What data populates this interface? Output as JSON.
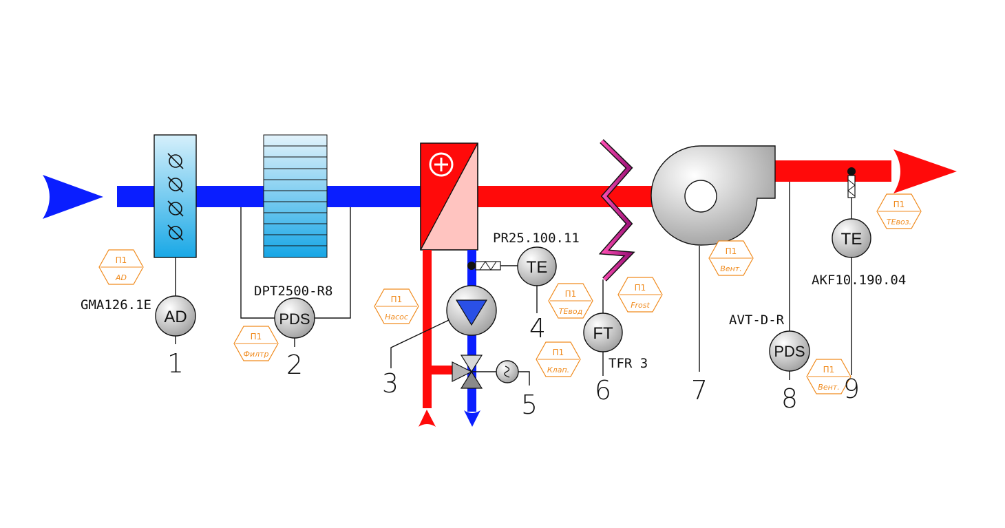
{
  "components": {
    "damper": {
      "number": "1",
      "sensor": "AD",
      "model": "GMA126.1E",
      "tag_top": "П1",
      "tag_bottom": "AD"
    },
    "filter": {
      "number": "2",
      "sensor": "PDS",
      "model": "DPT2500-R8",
      "tag_top": "П1",
      "tag_bottom": "Филтр"
    },
    "pump": {
      "number": "3",
      "tag_top": "П1",
      "tag_bottom": "Насос"
    },
    "water_temp": {
      "number": "4",
      "sensor": "TE",
      "model": "PR25.100.11",
      "tag_top": "П1",
      "tag_bottom": "TEвод"
    },
    "valve": {
      "number": "5",
      "tag_top": "П1",
      "tag_bottom": "Клап."
    },
    "frost": {
      "number": "6",
      "sensor": "FT",
      "model": "TFR 3",
      "tag_top": "П1",
      "tag_bottom": "Frost"
    },
    "fan": {
      "number": "7",
      "tag_top": "П1",
      "tag_bottom": "Вент."
    },
    "fan_pds": {
      "number": "8",
      "sensor": "PDS",
      "model": "AVT-D-R",
      "tag_top": "П1",
      "tag_bottom": "Вент."
    },
    "air_temp": {
      "number": "9",
      "sensor": "TE",
      "model": "AKF10.190.04",
      "tag_top": "П1",
      "tag_bottom": "TEвоз."
    }
  },
  "colors": {
    "cold_air": "#0a1eff",
    "hot_air": "#ff0a0a",
    "tag": "#f08a1c",
    "frost_coil": "#e0207f"
  }
}
